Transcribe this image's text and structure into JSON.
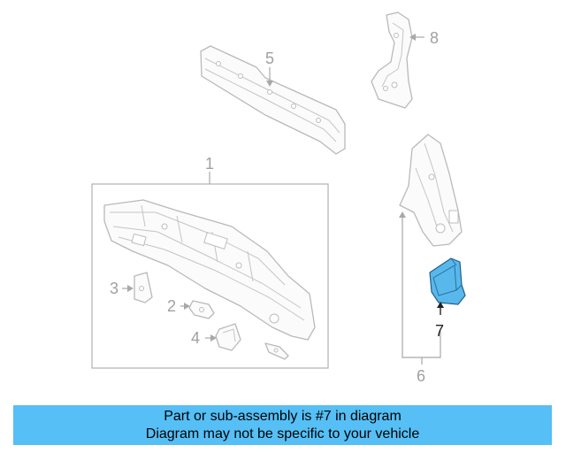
{
  "callouts": {
    "c1": "1",
    "c2": "2",
    "c3": "3",
    "c4": "4",
    "c5": "5",
    "c6": "6",
    "c7": "7",
    "c8": "8"
  },
  "highlight_color": "#58b8ec",
  "banner": {
    "line1": "Part or sub-assembly is #7 in diagram",
    "line2": "Diagram may not be specific to your vehicle",
    "color": "#56bff5"
  }
}
